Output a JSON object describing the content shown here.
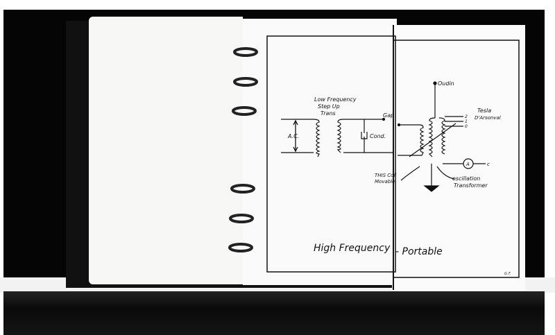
{
  "diagram": {
    "title_part1": "High Frequency",
    "title_part2": "- Portable",
    "labels": {
      "low_freq_line1": "Low Frequency",
      "low_freq_line2": "Step Up",
      "low_freq_line3": "Trans",
      "ac": "A.C.",
      "cond": "Cond.",
      "gap": "Gap",
      "oudin": "Oudin",
      "tesla": "Tesla",
      "darsonval": "D'Arsonval",
      "tap_2": "2",
      "tap_1": "1",
      "tap_0": "0",
      "ammeter": "A",
      "terminal_c": "c",
      "movable_line1": "THIS Coil",
      "movable_line2": "Movable",
      "osc_line1": "oscillation",
      "osc_line2": "Transformer",
      "initials": "G.T."
    }
  }
}
